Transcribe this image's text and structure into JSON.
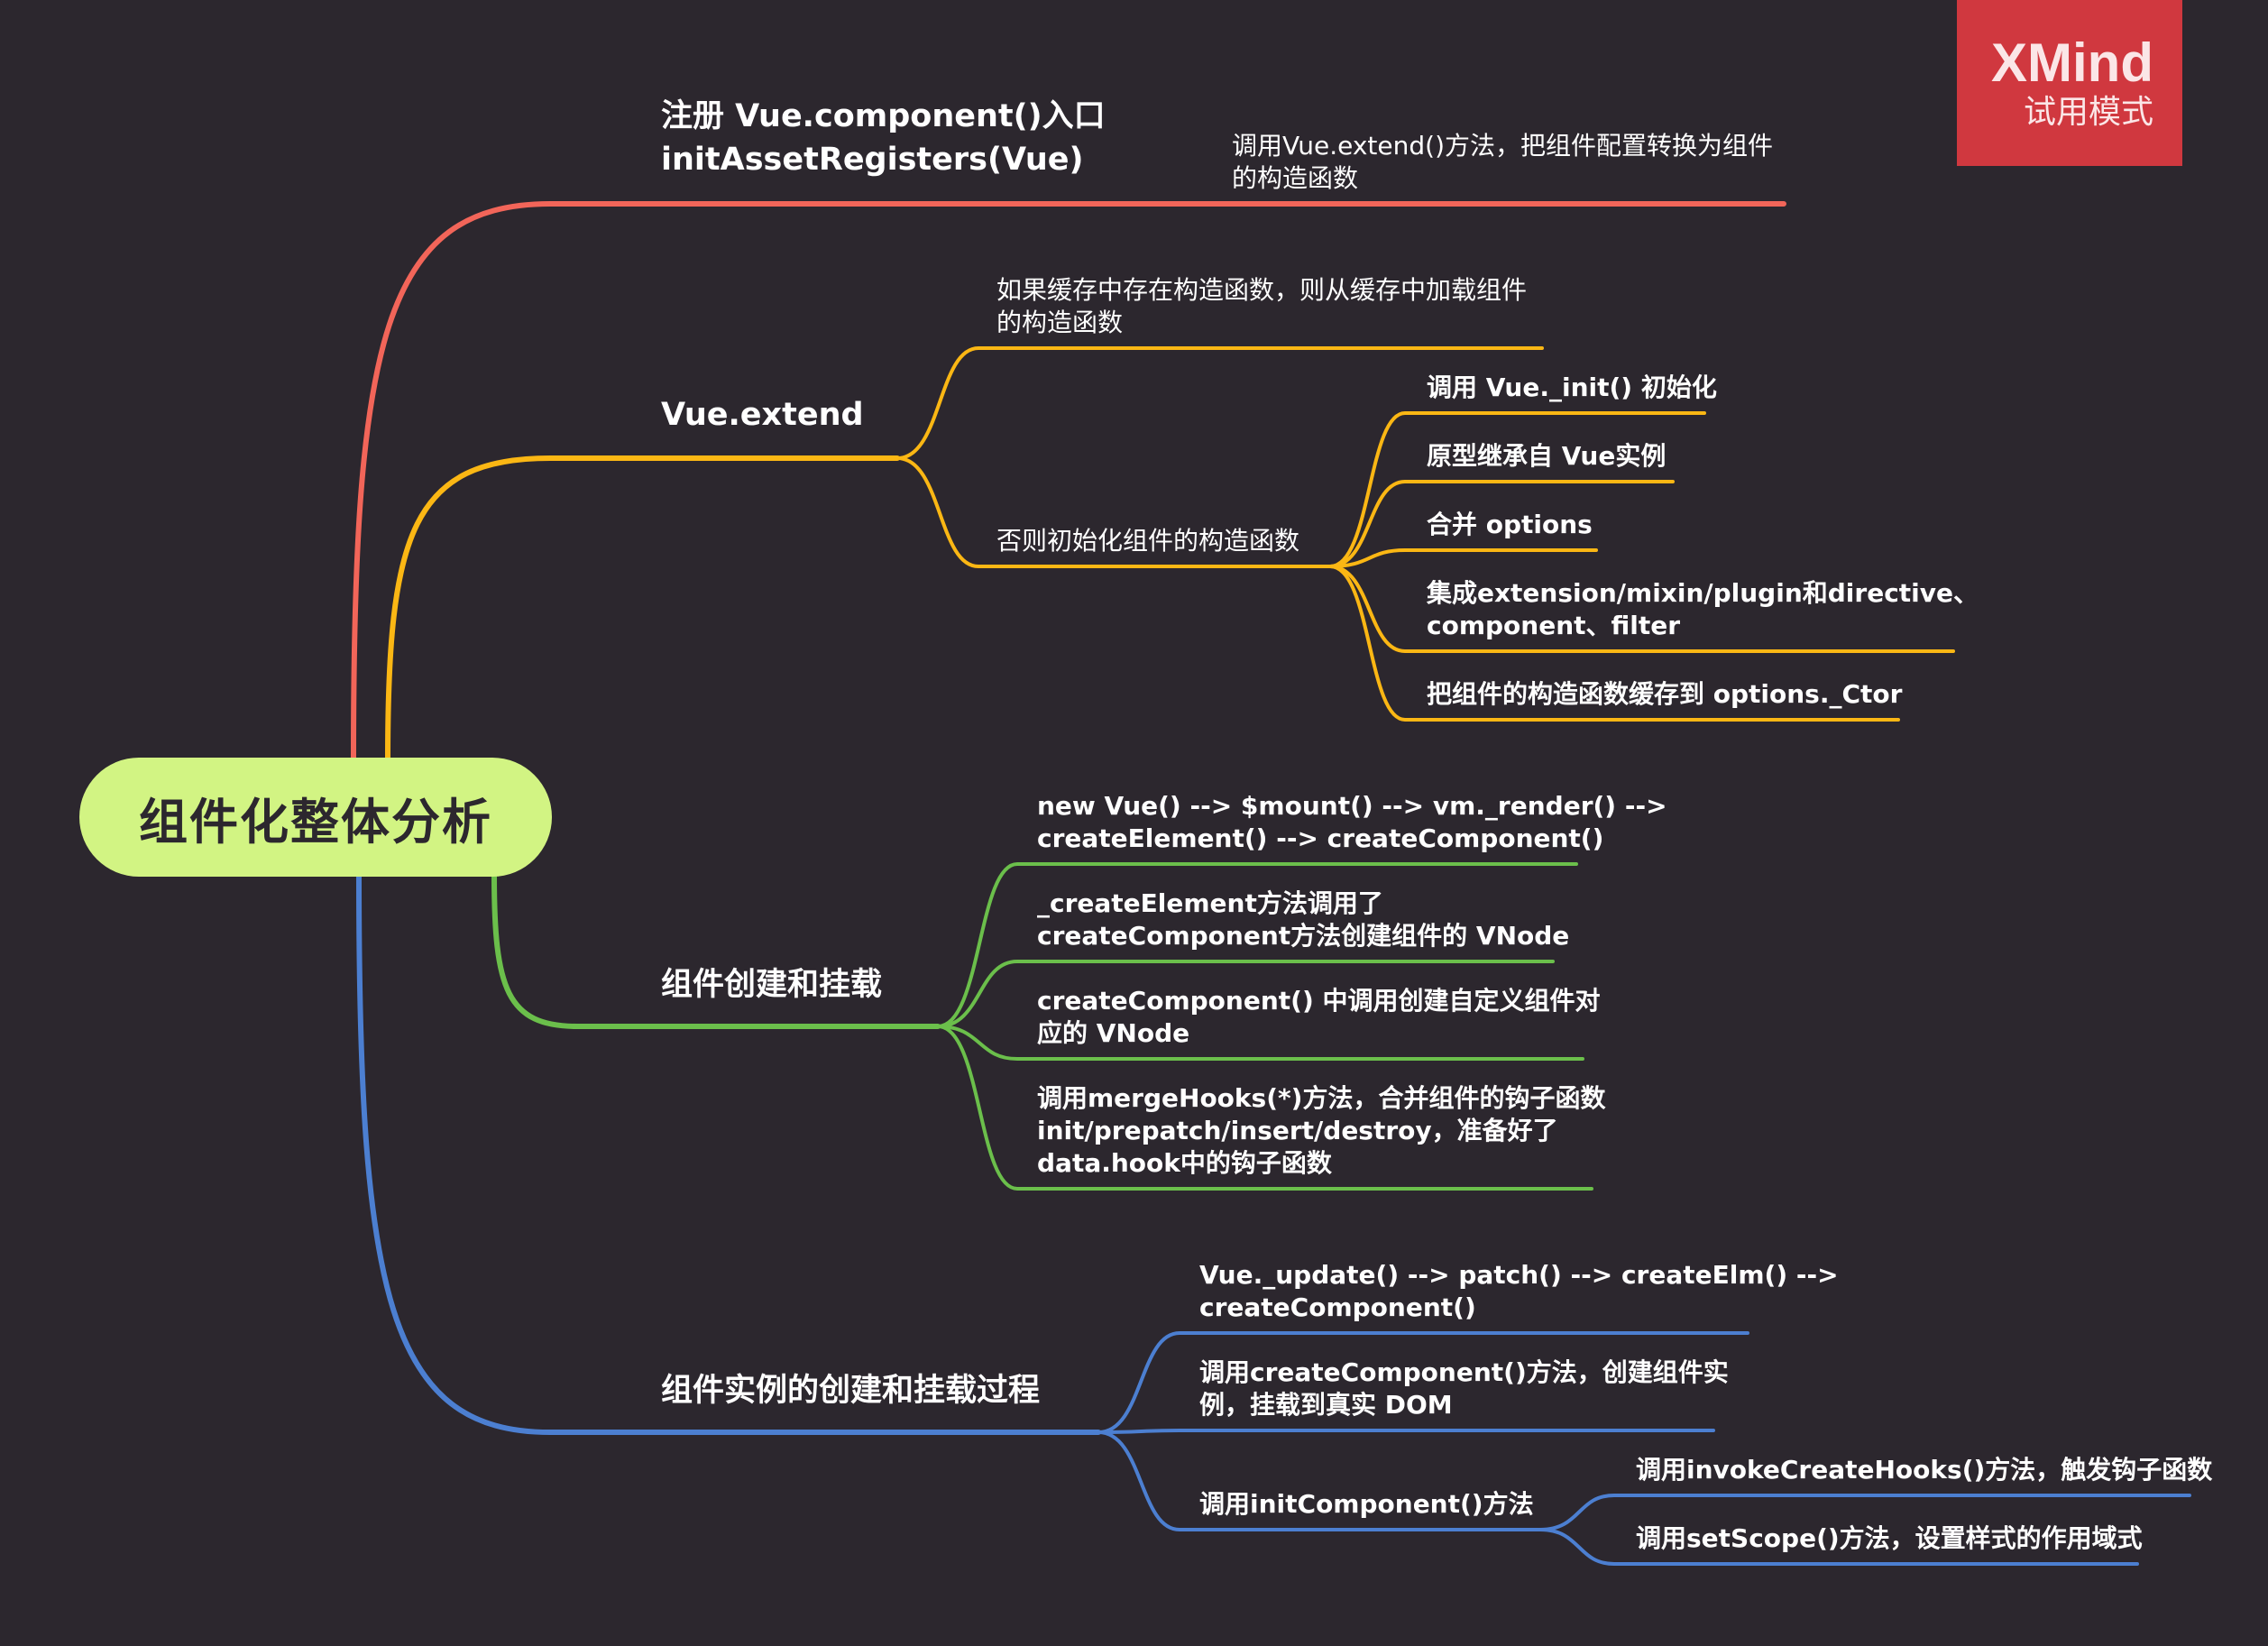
{
  "root": "组件化整体分析",
  "watermark": {
    "brand": "XMind",
    "mode": "试用模式"
  },
  "colors": {
    "background": "#2c272e",
    "root_fill": "#d2f483",
    "watermark": "#d0383f",
    "register": "#f26559",
    "extend": "#fbb714",
    "create": "#6bbf4b",
    "instance": "#4c7fd1"
  },
  "branches": {
    "register": {
      "title": [
        "注册 Vue.component()入口",
        "initAssetRegisters(Vue)"
      ],
      "children": [
        {
          "text": [
            "调用Vue.extend()方法，把组件配置转换为组件",
            "的构造函数"
          ]
        }
      ]
    },
    "extend": {
      "title": [
        "Vue.extend"
      ],
      "children": [
        {
          "text": [
            "如果缓存中存在构造函数，则从缓存中加载组件",
            "的构造函数"
          ]
        },
        {
          "text": [
            "否则初始化组件的构造函数"
          ],
          "children": [
            {
              "text": [
                "调用 Vue._init() 初始化"
              ]
            },
            {
              "text": [
                "原型继承自 Vue实例"
              ]
            },
            {
              "text": [
                "合并 options"
              ]
            },
            {
              "text": [
                "集成extension/mixin/plugin和directive、",
                "component、filter"
              ]
            },
            {
              "text": [
                "把组件的构造函数缓存到 options._Ctor"
              ]
            }
          ]
        }
      ]
    },
    "create": {
      "title": [
        "组件创建和挂载"
      ],
      "children": [
        {
          "text": [
            "new Vue() --> $mount() --> vm._render() -->",
            "createElement() --> createComponent()"
          ]
        },
        {
          "text": [
            "_createElement方法调用了",
            "createComponent方法创建组件的 VNode"
          ]
        },
        {
          "text": [
            "createComponent() 中调用创建自定义组件对",
            "应的 VNode"
          ]
        },
        {
          "text": [
            "调用mergeHooks(*)方法，合并组件的钩子函数",
            "init/prepatch/insert/destroy，准备好了",
            "data.hook中的钩子函数"
          ]
        }
      ]
    },
    "instance": {
      "title": [
        "组件实例的创建和挂载过程"
      ],
      "children": [
        {
          "text": [
            "Vue._update() --> patch() --> createElm() -->",
            "createComponent()"
          ]
        },
        {
          "text": [
            "调用createComponent()方法，创建组件实",
            "例，挂载到真实 DOM"
          ]
        },
        {
          "text": [
            "调用initComponent()方法"
          ],
          "children": [
            {
              "text": [
                "调用invokeCreateHooks()方法，触发钩子函数"
              ]
            },
            {
              "text": [
                "调用setScope()方法，设置样式的作用域式"
              ]
            }
          ]
        }
      ]
    }
  }
}
